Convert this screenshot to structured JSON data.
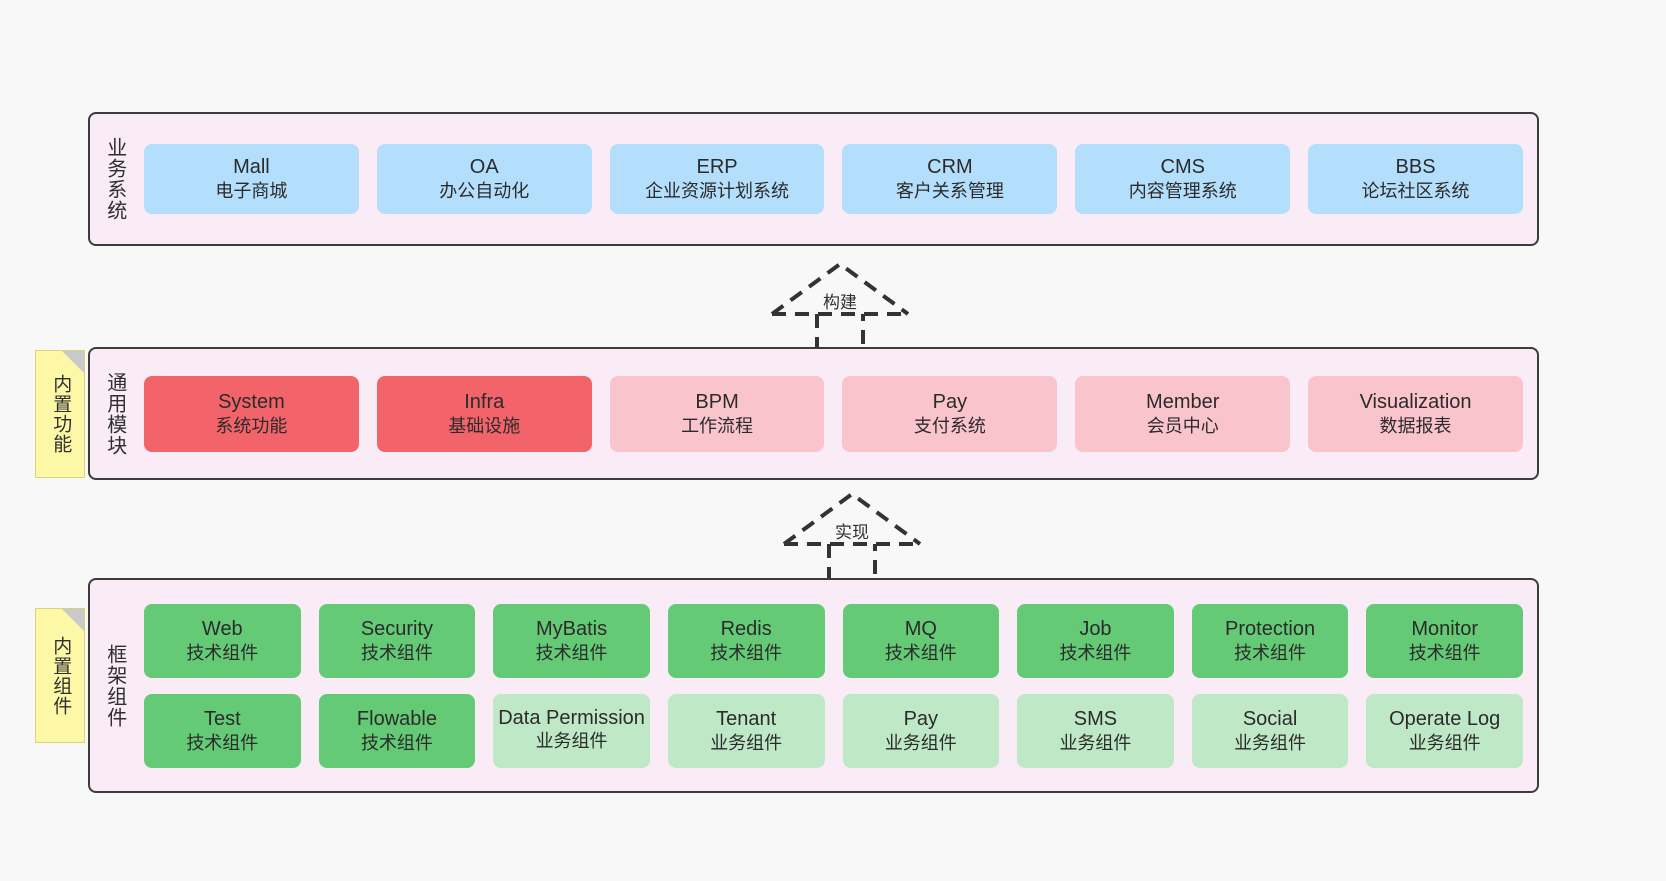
{
  "diagram": {
    "background_color": "#f8f8f8",
    "layer_fill": "#f9ecf6",
    "layer_border": "#3c3c3c"
  },
  "layers": [
    {
      "id": "business",
      "title": "业务系统",
      "cards": [
        {
          "en": "Mall",
          "cn": "电子商城",
          "color": "#b3dffc",
          "style": "blue"
        },
        {
          "en": "OA",
          "cn": "办公自动化",
          "color": "#b3dffc",
          "style": "blue"
        },
        {
          "en": "ERP",
          "cn": "企业资源计划系统",
          "color": "#b3dffc",
          "style": "blue"
        },
        {
          "en": "CRM",
          "cn": "客户关系管理",
          "color": "#b3dffc",
          "style": "blue"
        },
        {
          "en": "CMS",
          "cn": "内容管理系统",
          "color": "#b3dffc",
          "style": "blue"
        },
        {
          "en": "BBS",
          "cn": "论坛社区系统",
          "color": "#b3dffc",
          "style": "blue"
        }
      ]
    },
    {
      "id": "modules",
      "title": "通用模块",
      "sticky": "内置功能",
      "cards": [
        {
          "en": "System",
          "cn": "系统功能",
          "color": "#f2636a",
          "style": "red"
        },
        {
          "en": "Infra",
          "cn": "基础设施",
          "color": "#f2636a",
          "style": "red"
        },
        {
          "en": "BPM",
          "cn": "工作流程",
          "color": "#fac4cc",
          "style": "pink"
        },
        {
          "en": "Pay",
          "cn": "支付系统",
          "color": "#fac4cc",
          "style": "pink"
        },
        {
          "en": "Member",
          "cn": "会员中心",
          "color": "#fac4cc",
          "style": "pink"
        },
        {
          "en": "Visualization",
          "cn": "数据报表",
          "color": "#fac4cc",
          "style": "pink"
        }
      ]
    },
    {
      "id": "framework",
      "title": "框架组件",
      "sticky": "内置组件",
      "rows": [
        [
          {
            "en": "Web",
            "cn": "技术组件",
            "color": "#65ca75",
            "style": "green"
          },
          {
            "en": "Security",
            "cn": "技术组件",
            "color": "#65ca75",
            "style": "green"
          },
          {
            "en": "MyBatis",
            "cn": "技术组件",
            "color": "#65ca75",
            "style": "green"
          },
          {
            "en": "Redis",
            "cn": "技术组件",
            "color": "#65ca75",
            "style": "green"
          },
          {
            "en": "MQ",
            "cn": "技术组件",
            "color": "#65ca75",
            "style": "green"
          },
          {
            "en": "Job",
            "cn": "技术组件",
            "color": "#65ca75",
            "style": "green"
          },
          {
            "en": "Protection",
            "cn": "技术组件",
            "color": "#65ca75",
            "style": "green"
          },
          {
            "en": "Monitor",
            "cn": "技术组件",
            "color": "#65ca75",
            "style": "green"
          }
        ],
        [
          {
            "en": "Test",
            "cn": "技术组件",
            "color": "#65ca75",
            "style": "green"
          },
          {
            "en": "Flowable",
            "cn": "技术组件",
            "color": "#65ca75",
            "style": "green"
          },
          {
            "en": "Data Permission",
            "cn": "业务组件",
            "color": "#bfe9c6",
            "style": "lgreen"
          },
          {
            "en": "Tenant",
            "cn": "业务组件",
            "color": "#bfe9c6",
            "style": "lgreen"
          },
          {
            "en": "Pay",
            "cn": "业务组件",
            "color": "#bfe9c6",
            "style": "lgreen"
          },
          {
            "en": "SMS",
            "cn": "业务组件",
            "color": "#bfe9c6",
            "style": "lgreen"
          },
          {
            "en": "Social",
            "cn": "业务组件",
            "color": "#bfe9c6",
            "style": "lgreen"
          },
          {
            "en": "Operate Log",
            "cn": "业务组件",
            "color": "#bfe9c6",
            "style": "lgreen"
          }
        ]
      ]
    }
  ],
  "arrows": [
    {
      "id": "build",
      "label": "构建",
      "style": "dashed-generalization",
      "direction": "up"
    },
    {
      "id": "realize",
      "label": "实现",
      "style": "dashed-generalization",
      "direction": "up"
    }
  ]
}
